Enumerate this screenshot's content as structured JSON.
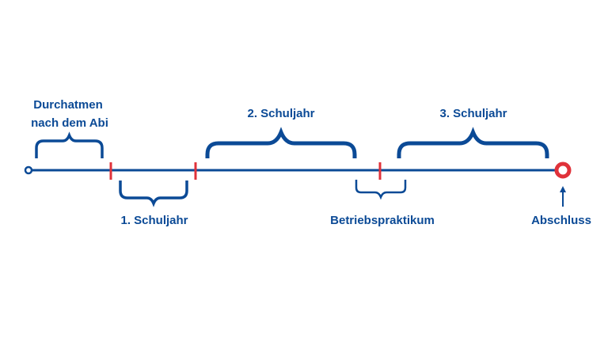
{
  "title": "Schulzeit-Zeitstrahl",
  "colors": {
    "primary": "#0b4a96",
    "accent": "#e0323a"
  },
  "labels": {
    "breathe_line1": "Durchatmen",
    "breathe_line2": "nach dem Abi",
    "year1": "1. Schuljahr",
    "year2": "2. Schuljahr",
    "internship": "Betriebspraktikum",
    "year3": "3. Schuljahr",
    "graduation": "Abschluss"
  }
}
